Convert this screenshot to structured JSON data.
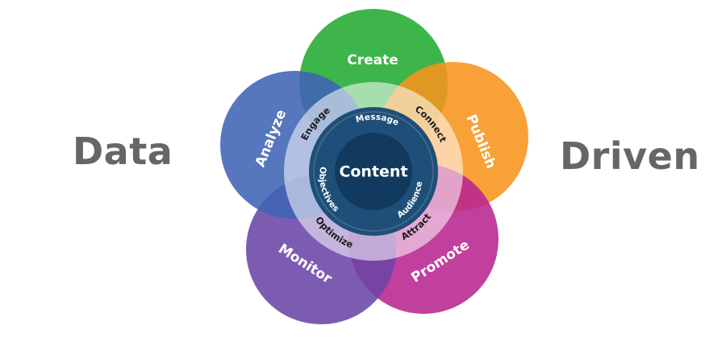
{
  "side_text": {
    "left": "Data",
    "right": "Driven",
    "color": "#666666"
  },
  "center": {
    "label": "Content",
    "color": "#1e4f78"
  },
  "petals": [
    {
      "label": "Create",
      "color": "#3db54a"
    },
    {
      "label": "Publish",
      "color": "#f7941d"
    },
    {
      "label": "Promote",
      "color": "#b8248f"
    },
    {
      "label": "Monitor",
      "color": "#6a45a6"
    },
    {
      "label": "Analyze",
      "color": "#3f63b5"
    }
  ],
  "ring_labels": [
    "Connect",
    "Attract",
    "Optimize",
    "Engage"
  ],
  "inner_labels": [
    "Message",
    "Audience",
    "Objectives"
  ]
}
